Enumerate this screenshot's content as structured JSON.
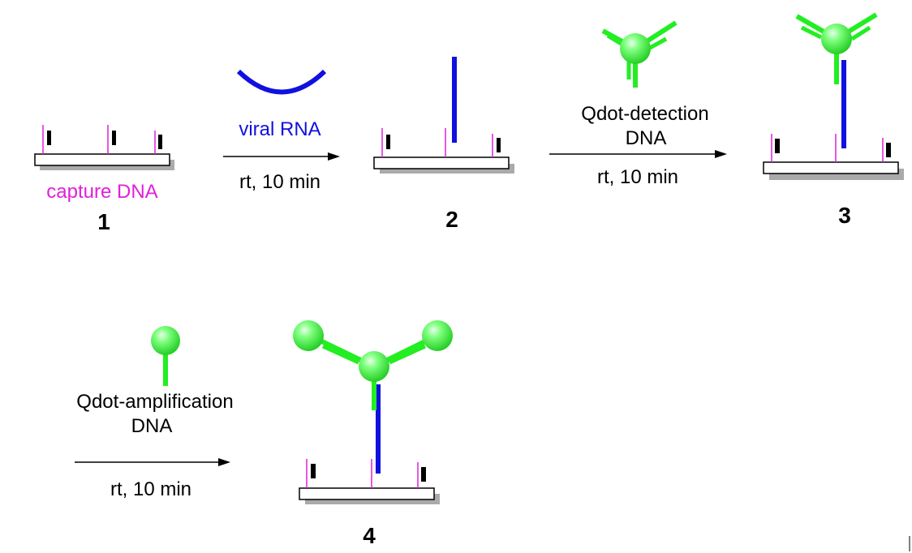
{
  "labels": {
    "capture": "capture DNA",
    "viral": "viral RNA",
    "detection_line1": "Qdot-detection",
    "detection_line2": "DNA",
    "amplification_line1": "Qdot-amplification",
    "amplification_line2": "DNA",
    "condition": "rt, 10 min"
  },
  "compounds": [
    "1",
    "2",
    "3",
    "4"
  ],
  "colors": {
    "capture": "#e020d8",
    "rna": "#1010e0",
    "qdot": "#22ee22",
    "ink": "#000000",
    "shadow": "#aaaaaa"
  }
}
